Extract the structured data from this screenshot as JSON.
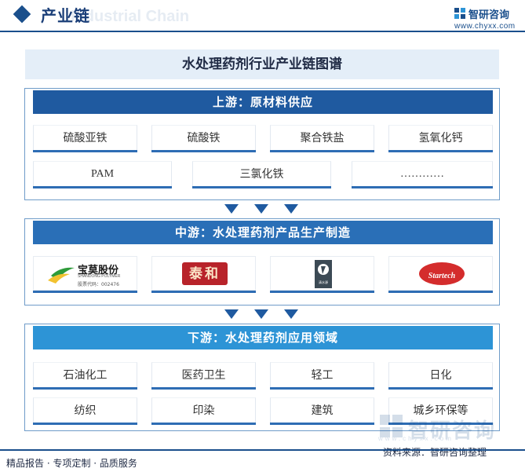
{
  "header": {
    "title": "产业链",
    "watermark": "Industrial Chain",
    "brand_name": "智研咨询",
    "brand_url": "www.chyxx.com"
  },
  "main_title": "水处理药剂行业产业链图谱",
  "upstream": {
    "title": "上游：原材料供应",
    "row1": [
      "硫酸亚铁",
      "硫酸铁",
      "聚合铁盐",
      "氢氧化钙"
    ],
    "row2": [
      "PAM",
      "三氯化铁",
      "…………"
    ]
  },
  "midstream": {
    "title": "中游：水处理药剂产品生产制造",
    "logos": {
      "baoli_name": "宝莫股份",
      "baoli_sub": "SHANDONG POLYMER",
      "baoli_code": "股票代码：002476",
      "taihe": "泰和",
      "qingshui": "清水源",
      "startech": "Startech"
    }
  },
  "downstream": {
    "title": "下游：水处理药剂应用领域",
    "row1": [
      "石油化工",
      "医药卫生",
      "轻工",
      "日化"
    ],
    "row2": [
      "纺织",
      "印染",
      "建筑",
      "城乡环保等"
    ]
  },
  "footer": {
    "left": "精品报告 · 专项定制 · 品质服务",
    "source": "资料来源：智研咨询整理",
    "watermark": "智研咨询",
    "watermark_url": "www.chyxx.com"
  },
  "colors": {
    "dark_blue": "#1f5aa0",
    "mid_blue": "#2a6fb7",
    "light_blue": "#2d94d6",
    "title_bg": "#e4eef8"
  }
}
